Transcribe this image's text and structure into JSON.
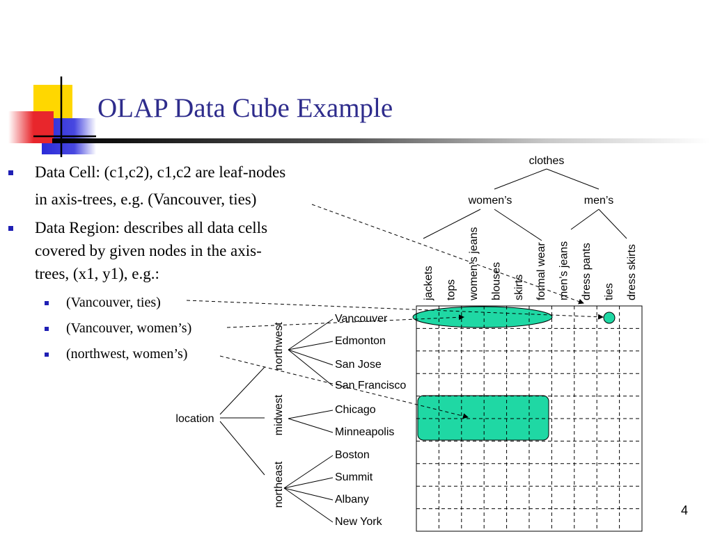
{
  "slide": {
    "title": "OLAP Data Cube Example",
    "page_number": "4",
    "colors": {
      "title": "#2E2C8C",
      "bullet": "#1F1FB4",
      "highlight": "#1FD8A4",
      "logo_yellow": "#FFD700",
      "logo_red": "#E8262C",
      "logo_blue": "#2B2BD8"
    }
  },
  "bullets": [
    {
      "lines": [
        "Data Cell: (c1,c2), c1,c2 are leaf-nodes",
        "in axis-trees, e.g. (Vancouver, ties)"
      ],
      "sub": []
    },
    {
      "lines": [
        "Data Region: describes all data cells",
        "covered by given nodes in the axis-",
        "trees, (x1, y1), e.g.:"
      ],
      "sub": [
        "(Vancouver, ties)",
        "(Vancouver, women’s)",
        "(northwest, women’s)"
      ]
    }
  ],
  "clothes_tree": {
    "root": "clothes",
    "groups": [
      "women’s",
      "men’s"
    ],
    "leaves": [
      "jackets",
      "tops",
      "women’s jeans",
      "blouses",
      "skirts",
      "formal wear",
      "men’s jeans",
      "dress pants",
      "ties",
      "dress skirts"
    ]
  },
  "location_tree": {
    "root": "location",
    "regions": [
      "northwest",
      "midwest",
      "northeast"
    ],
    "cities": [
      "Vancouver",
      "Edmonton",
      "San Jose",
      "San Francisco",
      "Chicago",
      "Minneapolis",
      "Boston",
      "Summit",
      "Albany",
      "New York"
    ]
  }
}
